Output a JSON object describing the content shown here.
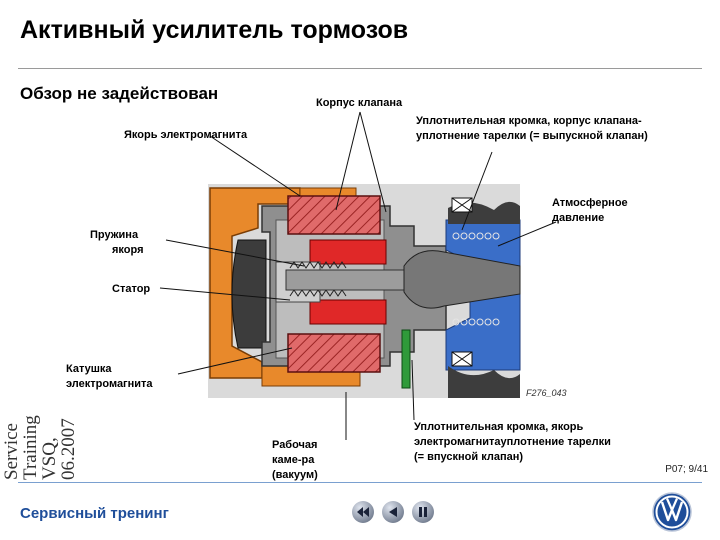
{
  "header": {
    "title": "Активный усилитель тормозов",
    "subtitle": "Обзор не задействован"
  },
  "labels": {
    "valve_body": "Корпус клапана",
    "solenoid_armature": "Якорь электромагнита",
    "outlet_seal": "Уплотнительная кромка, корпус клапана-",
    "outlet_seal_2": "уплотнение тарелки (= выпускной клапан)",
    "atmospheric": "Атмосферное",
    "atmospheric_2": "давление",
    "armature_spring": "Пружина",
    "armature_spring_2": "якоря",
    "stator": "Статор",
    "coil": "Катушка",
    "coil_2": "электромагнита",
    "chamber": "Рабочая",
    "chamber_2": "каме-ра",
    "chamber_3": "(вакуум)",
    "inlet_seal": "Уплотнительная кромка, якорь",
    "inlet_seal_2": "электромагнитауплотнение тарелки",
    "inlet_seal_3": "(= впускной клапан)"
  },
  "figure_code": "F276_043",
  "sidebar_vertical": {
    "line1": "Service",
    "line2": "Training",
    "line3": "VSQ,",
    "line4": "06.2007"
  },
  "page_number": "P07; 9/41",
  "footer": {
    "text": "Сервисный тренинг"
  },
  "nav": {
    "back_icon": "rewind-icon",
    "prev_icon": "play-left-icon",
    "pause_icon": "pause-icon"
  },
  "colors": {
    "footer_text": "#1f4e9a",
    "housing_orange": "#e8892b",
    "coil_red": "#e03a3a",
    "vacuum_blue": "#3a6ec8"
  }
}
